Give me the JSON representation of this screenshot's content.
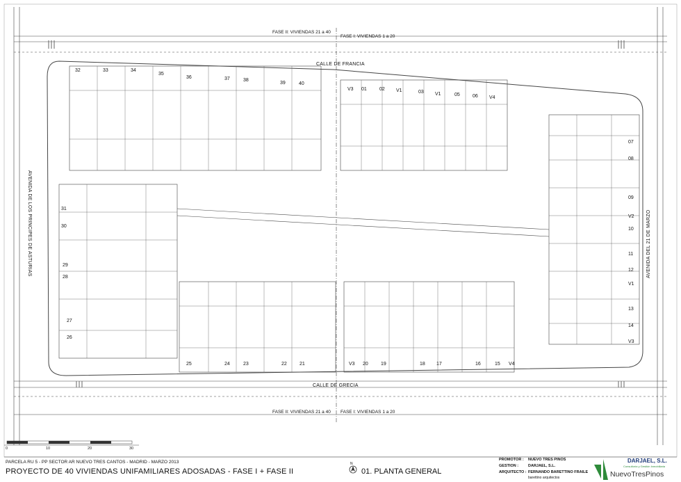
{
  "plan": {
    "fase_top_left": "FASE II: VIVIENDAS 21 a 40",
    "fase_top_right": "FASE I: VIVIENDAS 1 a 20",
    "fase_bottom_left": "FASE II: VIVIENDAS 21 a 40",
    "fase_bottom_right": "FASE I: VIVIENDAS 1 a 20",
    "street_top": "CALLE DE FRANCIA",
    "street_bottom": "CALLE DE GRECIA",
    "avenue_left": "AVENIDA DE LOS PRINCIPES DE ASTURIAS",
    "avenue_right": "AVENIDA DEL 21 DE MARZO",
    "units_top_left": [
      "32",
      "33",
      "34",
      "35",
      "36",
      "37",
      "38",
      "39",
      "40"
    ],
    "units_top_right": [
      "V3",
      "01",
      "02",
      "V1",
      "03",
      "V1",
      "05",
      "06",
      "V4"
    ],
    "units_left": [
      "31",
      "30",
      "29",
      "28",
      "27",
      "26"
    ],
    "units_right": [
      "07",
      "08",
      "09",
      "V2",
      "10",
      "11",
      "12",
      "V1",
      "13",
      "14",
      "V3"
    ],
    "units_bottom_left": [
      "25",
      "24",
      "23",
      "22",
      "21"
    ],
    "units_bottom_right": [
      "V3",
      "20",
      "19",
      "18",
      "17",
      "16",
      "15",
      "V4"
    ]
  },
  "scale_bar": {
    "labels": [
      "0",
      "10",
      "20",
      "30"
    ]
  },
  "title_block": {
    "parcel": "PARCELA RU 5 - PP SECTOR AR NUEVO TRES CANTOS - MADRID - MARZO 2013",
    "project": "PROYECTO DE 40 VIVIENDAS UNIFAMILIARES ADOSADAS - FASE I + FASE II",
    "north_label": "N",
    "drawing_title": "01. PLANTA GENERAL",
    "promotor_label": "PROMOTOR :",
    "promotor_value": "NUEVO TRES PINOS",
    "gestion_label": "GESTION :",
    "gestion_value": "DARJAEL, S.L.",
    "arquitecto_label": "ARQUITECTO :",
    "arquitecto_value": "FERNANDO BARETTINO FRAILE",
    "arquitecto_firm": "barettino arquitectos",
    "logo1_name": "DARJAEL, S.L.",
    "logo1_tagline": "Consultoría y Gestión Inmobiliaria",
    "logo2_name": "NuevoTresPinos"
  },
  "colors": {
    "line": "#333333",
    "logo_green": "#2e8b3a",
    "logo_navy": "#1f3b7a"
  }
}
